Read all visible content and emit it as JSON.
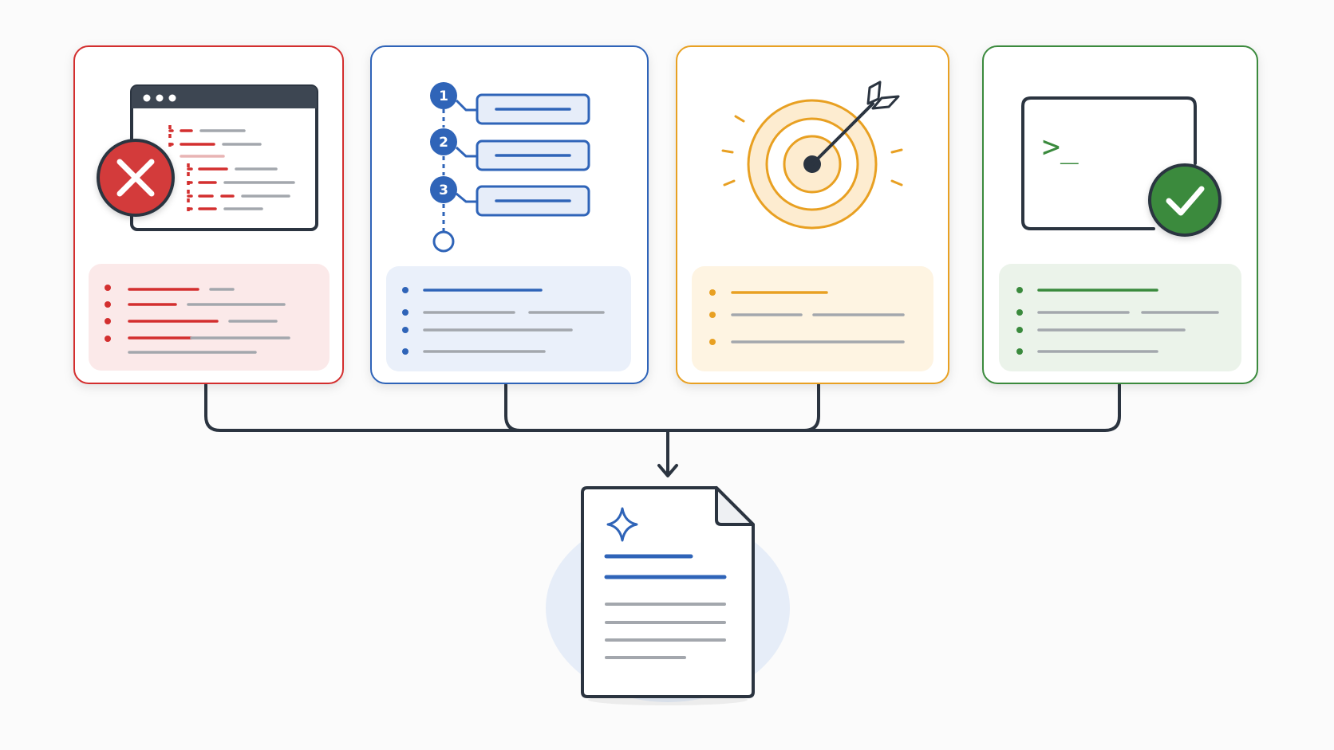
{
  "colors": {
    "red": "#d32f2f",
    "blue": "#2f64b8",
    "orange": "#e8a022",
    "green": "#3a8a3d",
    "ink": "#2b3440",
    "gray_line": "#a3a7ad",
    "background": "#fbfbfb"
  },
  "cards": [
    {
      "name": "error-card",
      "icon": "browser-window-with-error-icon",
      "status_icon": "x-circle-icon"
    },
    {
      "name": "steps-card",
      "icon": "numbered-steps-icon"
    },
    {
      "name": "target-card",
      "icon": "target-with-arrow-icon"
    },
    {
      "name": "terminal-card",
      "icon": "terminal-window-icon",
      "status_icon": "check-circle-icon"
    }
  ],
  "steps": {
    "labels": [
      "1",
      "2",
      "3"
    ]
  },
  "terminal": {
    "prompt": ">_"
  },
  "output": {
    "icon": "document-with-sparkle-icon"
  }
}
